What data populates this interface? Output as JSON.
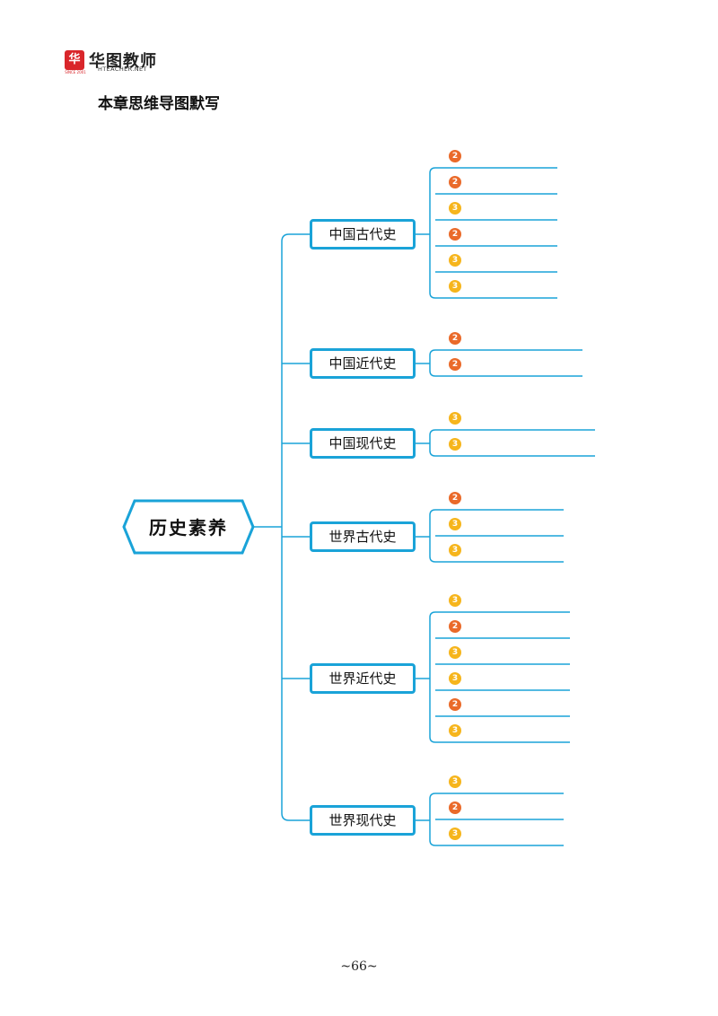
{
  "header": {
    "logo_mark": "华",
    "logo_cn": "华图教师",
    "logo_en": "HTEACHER.NET",
    "logo_since": "SINCE 2001"
  },
  "title": "本章思维导图默写",
  "mindmap": {
    "root": "历史素养",
    "periods": [
      {
        "label": "中国古代史",
        "badges": [
          "2",
          "2",
          "3",
          "2",
          "3",
          "3"
        ]
      },
      {
        "label": "中国近代史",
        "badges": [
          "2",
          "2"
        ]
      },
      {
        "label": "中国现代史",
        "badges": [
          "3",
          "3"
        ]
      },
      {
        "label": "世界古代史",
        "badges": [
          "2",
          "3",
          "3"
        ]
      },
      {
        "label": "世界近代史",
        "badges": [
          "3",
          "2",
          "3",
          "3",
          "2",
          "3"
        ]
      },
      {
        "label": "世界现代史",
        "badges": [
          "3",
          "2",
          "3"
        ]
      }
    ]
  },
  "colors": {
    "line": "#1aa3d8",
    "badge_2": "#ea6a2a",
    "badge_3": "#f6b51c"
  },
  "footer": {
    "page_number": "~66~"
  }
}
